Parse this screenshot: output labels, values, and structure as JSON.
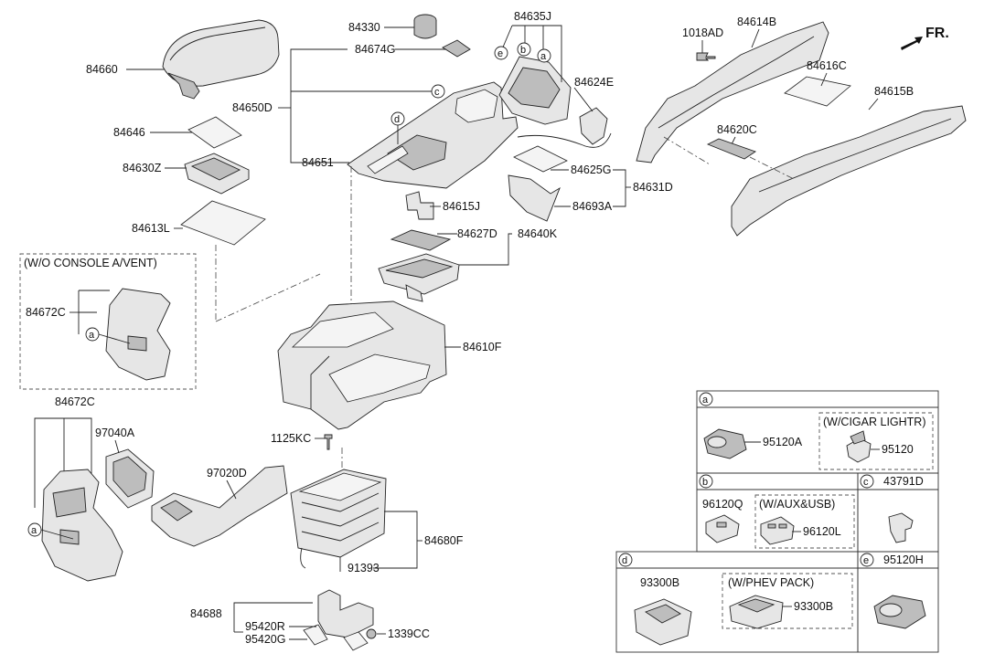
{
  "direction_indicator": {
    "label": "FR."
  },
  "parts": {
    "p84330": "84330",
    "p84635J": "84635J",
    "p84614B": "84614B",
    "p1018AD": "1018AD",
    "p84674G": "84674G",
    "p84660": "84660",
    "p84616C": "84616C",
    "p84624E": "84624E",
    "p84615B": "84615B",
    "p84650D": "84650D",
    "p84646": "84646",
    "p84620C": "84620C",
    "p84630Z": "84630Z",
    "p84651": "84651",
    "p84625G": "84625G",
    "p84631D": "84631D",
    "p84693A": "84693A",
    "p84615J": "84615J",
    "p84613L": "84613L",
    "p84627D": "84627D",
    "p84640K": "84640K",
    "p84672C_inset": "84672C",
    "p84610F": "84610F",
    "p84672C": "84672C",
    "p97040A": "97040A",
    "p1125KC": "1125KC",
    "p97020D": "97020D",
    "p84680F": "84680F",
    "p91393": "91393",
    "p84688": "84688",
    "p95420R": "95420R",
    "p95420G": "95420G",
    "p1339CC": "1339CC"
  },
  "inset": {
    "title": "(W/O CONSOLE A/VENT)"
  },
  "callouts": {
    "a": "a",
    "b": "b",
    "c": "c",
    "d": "d",
    "e": "e"
  },
  "legend_table": {
    "a": {
      "key": "a",
      "part": "95120A",
      "option_title": "(W/CIGAR LIGHTR)",
      "option_part": "95120"
    },
    "b": {
      "key": "b",
      "part": "96120Q",
      "option_title": "(W/AUX&USB)",
      "option_part": "96120L"
    },
    "c": {
      "key": "c",
      "part": "43791D"
    },
    "d": {
      "key": "d",
      "part": "93300B",
      "option_title": "(W/PHEV PACK)",
      "option_part": "93300B"
    },
    "e": {
      "key": "e",
      "part": "95120H"
    }
  }
}
